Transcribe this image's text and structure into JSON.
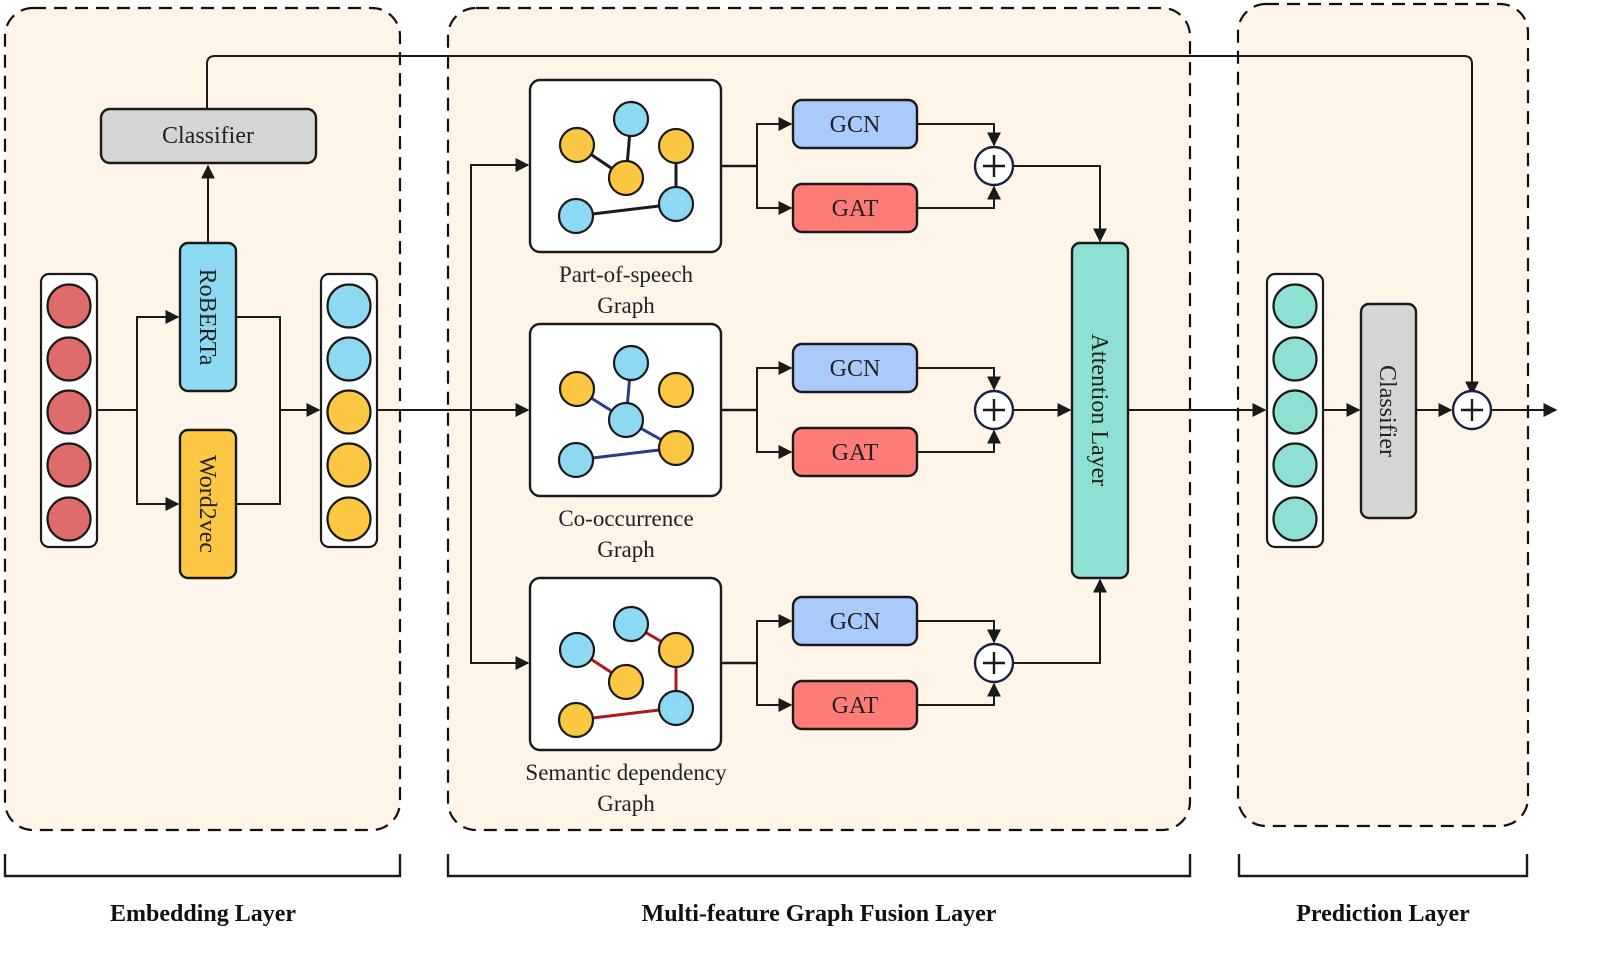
{
  "colors": {
    "panel_bg": "#fff4e8",
    "stroke": "#1a1a1a",
    "red_node": "#e06b6b",
    "blue_node": "#8ed9f2",
    "yellow_node": "#fcc843",
    "teal_node": "#8ee0d2",
    "gray_box": "#d5d5d5",
    "gcn_box": "#a9cbfa",
    "gat_box": "#fd7c77",
    "attention_box": "#8ee0d2",
    "roberta_box": "#8ed9f2",
    "word2vec_box": "#fcc843",
    "pos_edge": "#1a1a1a",
    "cooc_edge": "#2b3a8a",
    "sem_edge": "#b01818",
    "plus_stroke": "#1a2040"
  },
  "embedding": {
    "classifier_label": "Classifier",
    "roberta_label": "RoBERTa",
    "word2vec_label": "Word2vec",
    "input_nodes": [
      "red",
      "red",
      "red",
      "red",
      "red"
    ],
    "output_nodes": [
      "blue",
      "blue",
      "yellow",
      "yellow",
      "yellow"
    ]
  },
  "fusion": {
    "graphs": [
      {
        "label_line1": "Part-of-speech",
        "label_line2": "Graph",
        "edge_color_key": "pos_edge",
        "nodes": [
          "yellow",
          "blue",
          "yellow",
          "yellow",
          "blue",
          "blue"
        ],
        "gcn_label": "GCN",
        "gat_label": "GAT"
      },
      {
        "label_line1": "Co-occurrence",
        "label_line2": "Graph",
        "edge_color_key": "cooc_edge",
        "nodes": [
          "yellow",
          "blue",
          "yellow",
          "blue",
          "blue",
          "yellow"
        ],
        "gcn_label": "GCN",
        "gat_label": "GAT"
      },
      {
        "label_line1": "Semantic dependency",
        "label_line2": "Graph",
        "edge_color_key": "sem_edge",
        "nodes": [
          "blue",
          "blue",
          "yellow",
          "yellow",
          "yellow",
          "blue"
        ],
        "gcn_label": "GCN",
        "gat_label": "GAT"
      }
    ],
    "attention_label": "Attention Layer"
  },
  "prediction": {
    "classifier_label": "Classifier",
    "nodes": [
      "teal",
      "teal",
      "teal",
      "teal",
      "teal"
    ]
  },
  "footer": {
    "embedding_label": "Embedding Layer",
    "fusion_label": "Multi-feature Graph Fusion Layer",
    "prediction_label": "Prediction Layer"
  }
}
